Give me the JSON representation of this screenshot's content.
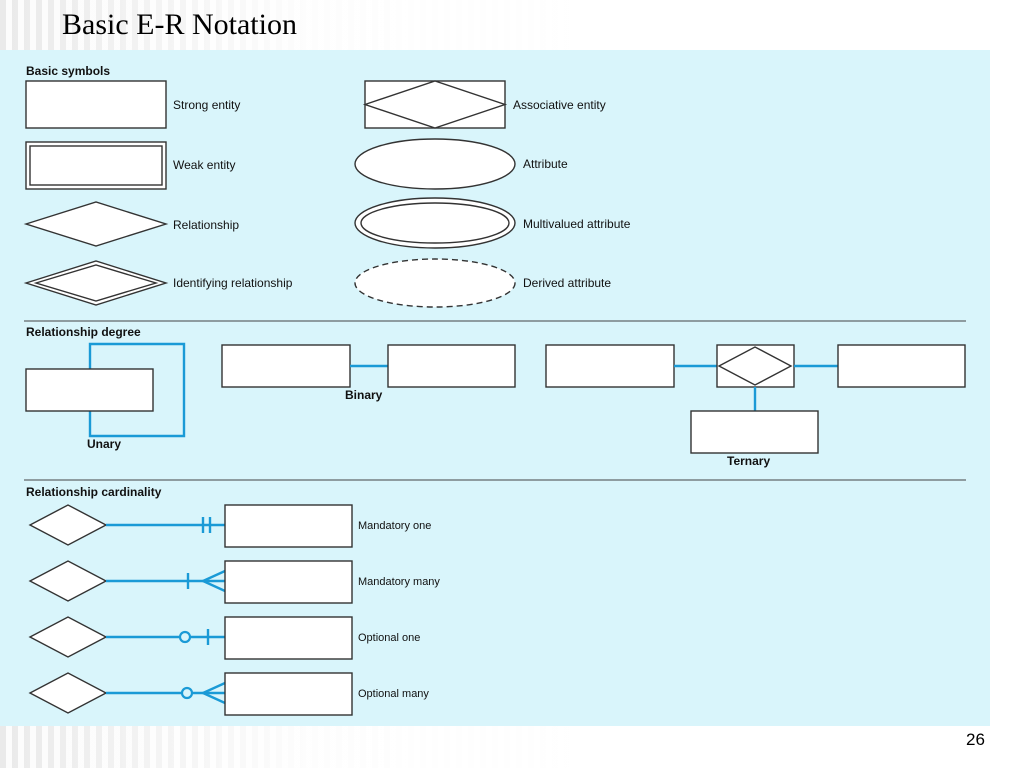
{
  "title": "Basic E-R Notation",
  "page_number": "26",
  "sections": {
    "basic_symbols": {
      "heading": "Basic symbols",
      "labels": {
        "strong_entity": "Strong entity",
        "weak_entity": "Weak entity",
        "relationship": "Relationship",
        "identifying_relationship": "Identifying relationship",
        "associative_entity": "Associative entity",
        "attribute": "Attribute",
        "multivalued_attribute": "Multivalued attribute",
        "derived_attribute": "Derived attribute"
      }
    },
    "relationship_degree": {
      "heading": "Relationship degree",
      "unary": "Unary",
      "binary": "Binary",
      "ternary": "Ternary"
    },
    "relationship_cardinality": {
      "heading": "Relationship cardinality",
      "mandatory_one": "Mandatory one",
      "mandatory_many": "Mandatory many",
      "optional_one": "Optional one",
      "optional_many": "Optional many"
    }
  },
  "colors": {
    "panel_background": "#d9f5fb",
    "connector_blue": "#1a9ad6"
  }
}
